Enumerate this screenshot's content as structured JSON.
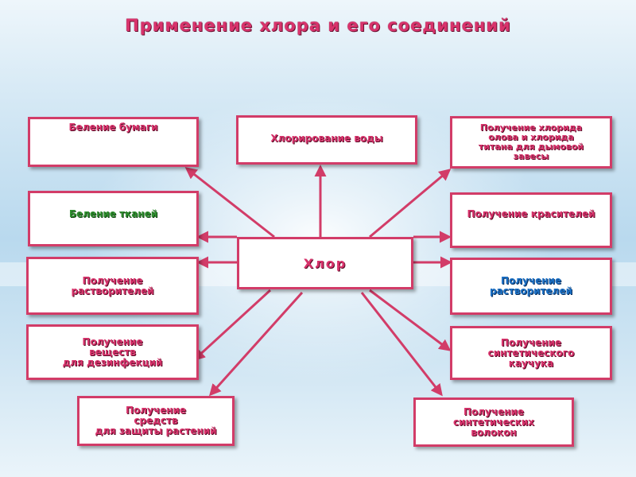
{
  "title": "Применение  хлора  и его соединений",
  "center": "Хлор",
  "boxes": {
    "paper": "Беление бумаги",
    "water": "Хлорирование воды",
    "chlorides": "Получение хлорида\nолова  и хлорида\nтитана для дымовой\nзавесы",
    "fabrics": "Беление тканей",
    "dyes": "Получение красителей",
    "solvents_left": "Получение\nрастворителей",
    "solvents_right": "Получение\nрастворителей",
    "disinfection": "Получение\nвеществ\nдля  дезинфекций",
    "rubber": "Получение\nсинтетического\nкаучука",
    "plant_protection": "Получение\nсредств\nдля защиты растений",
    "fibers": "Получение\nсинтетических\nволокон"
  },
  "colors": {
    "border": "#d23c68",
    "arrow": "#d23c68",
    "red_text": "#d8336c",
    "blue_text": "#1a6fc4",
    "green_text": "#2f8f2f"
  }
}
